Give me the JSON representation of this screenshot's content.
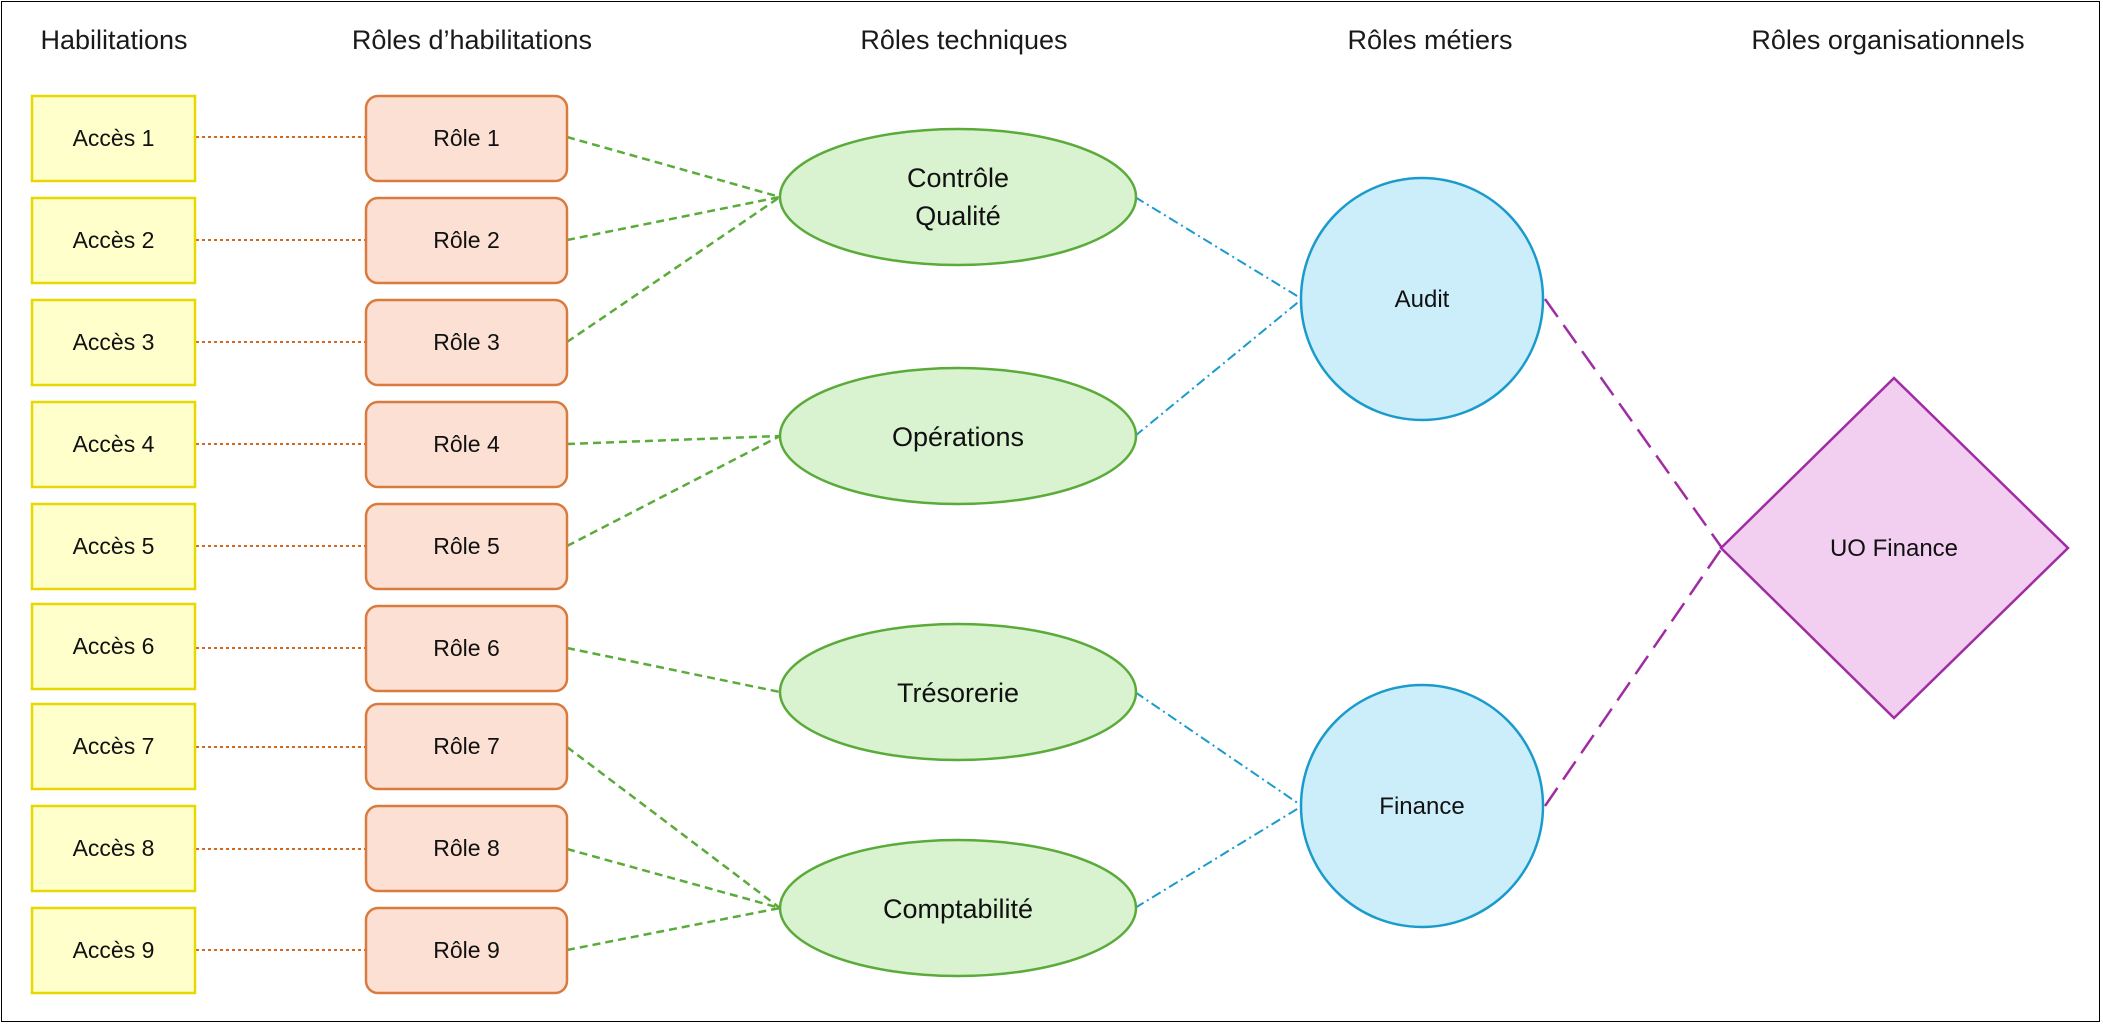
{
  "headers": {
    "habilitations": "Habilitations",
    "roles_habilitations": "Rôles d’habilitations",
    "roles_techniques": "Rôles techniques",
    "roles_metiers": "Rôles métiers",
    "roles_organisationnels": "Rôles organisationnels"
  },
  "acces": [
    "Accès 1",
    "Accès 2",
    "Accès 3",
    "Accès 4",
    "Accès 5",
    "Accès 6",
    "Accès 7",
    "Accès 8",
    "Accès 9"
  ],
  "roles": [
    "Rôle 1",
    "Rôle 2",
    "Rôle 3",
    "Rôle 4",
    "Rôle 5",
    "Rôle 6",
    "Rôle 7",
    "Rôle 8",
    "Rôle 9"
  ],
  "techniques": {
    "controle_line1": "Contrôle",
    "controle_line2": "Qualité",
    "operations": "Opérations",
    "tresorerie": "Trésorerie",
    "comptabilite": "Comptabilité"
  },
  "metiers": {
    "audit": "Audit",
    "finance": "Finance"
  },
  "organisation": {
    "uo_finance": "UO Finance"
  },
  "colors": {
    "acces_fill": "#ffffcc",
    "acces_stroke": "#e6d800",
    "role_fill": "#fbe0d3",
    "role_stroke": "#d97b3f",
    "technique_fill": "#d9f2d0",
    "technique_stroke": "#5aab3a",
    "metier_fill": "#cceefb",
    "metier_stroke": "#1a9bcc",
    "uo_fill": "#f2cef0",
    "uo_stroke": "#a02ca3",
    "line_acces_role": "#d2691e",
    "line_role_technique": "#5aab3a",
    "line_technique_metier": "#1a9bcc",
    "line_metier_uo": "#a02ca3"
  }
}
